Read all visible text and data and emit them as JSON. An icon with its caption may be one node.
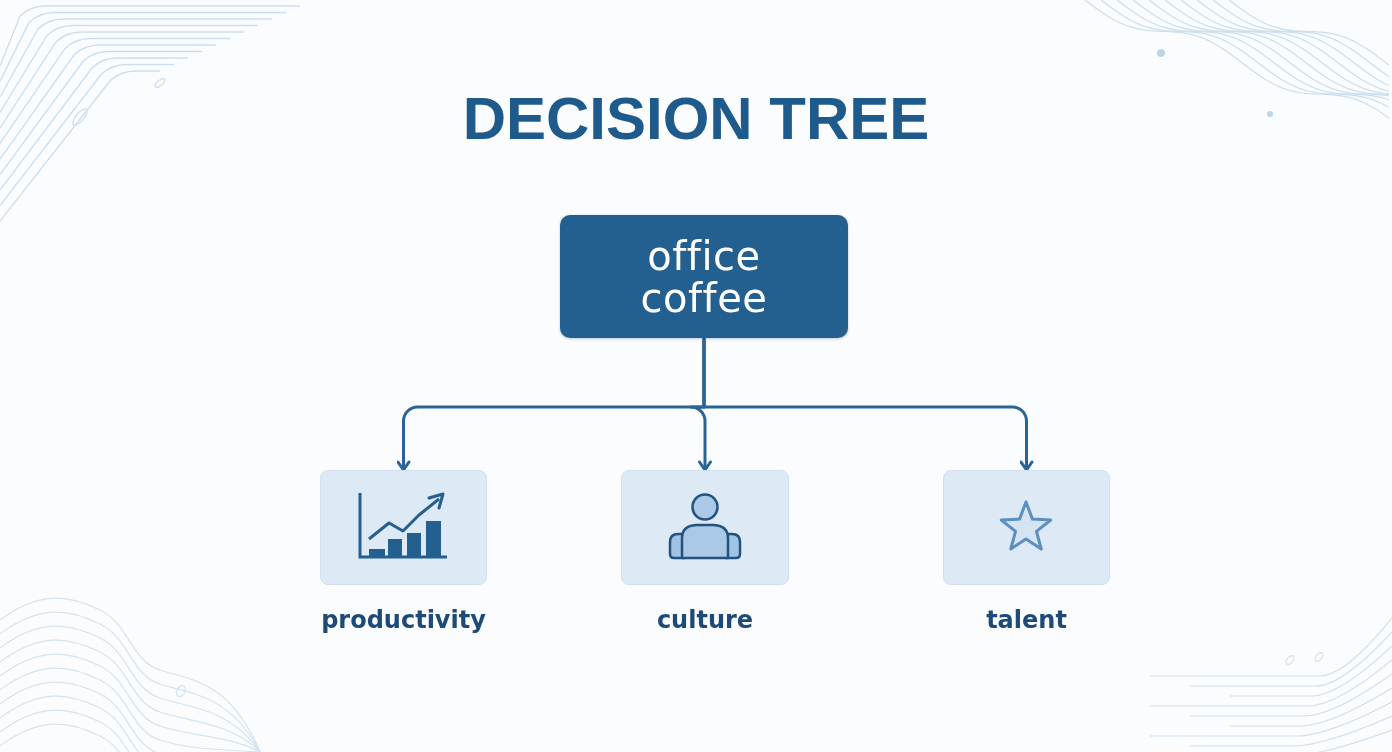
{
  "diagram": {
    "title": "DECISION TREE",
    "nodes": [
      {
        "text": [
          "office coffee"
        ]
      },
      {
        "text": [
          "productivity"
        ]
      },
      {
        "text": [
          "culture"
        ]
      },
      {
        "text": [
          "talent"
        ]
      }
    ],
    "edges": [
      {
        "from": 0,
        "to": 1,
        "arrow": "to"
      },
      {
        "from": 0,
        "to": 2,
        "arrow": "to"
      },
      {
        "from": 0,
        "to": 3,
        "arrow": "to"
      }
    ]
  }
}
